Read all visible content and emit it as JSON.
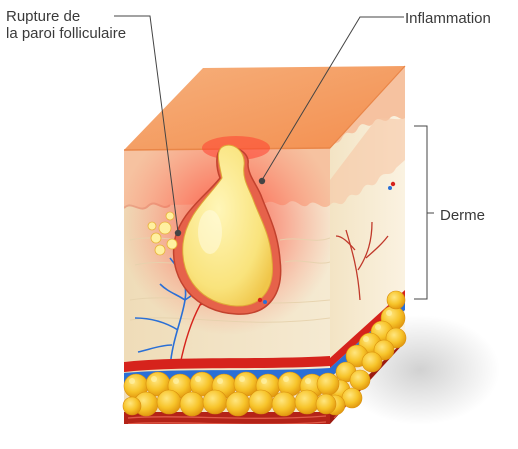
{
  "labels": {
    "rupture_line1": "Rupture de",
    "rupture_line2": "la paroi folliculaire",
    "inflammation": "Inflammation",
    "derme": "Derme"
  },
  "colors": {
    "epidermis_top": "#f7a36b",
    "skin_front": "#f7c9a8",
    "dermis": "#f0e2c3",
    "fat": "#f7c429",
    "muscle": "#b42318",
    "artery": "#d6231c",
    "vein": "#2a6fd6",
    "pustule": "#f7e07a",
    "inflammation": "#ff3b30",
    "label_text": "#3a3a3a"
  }
}
